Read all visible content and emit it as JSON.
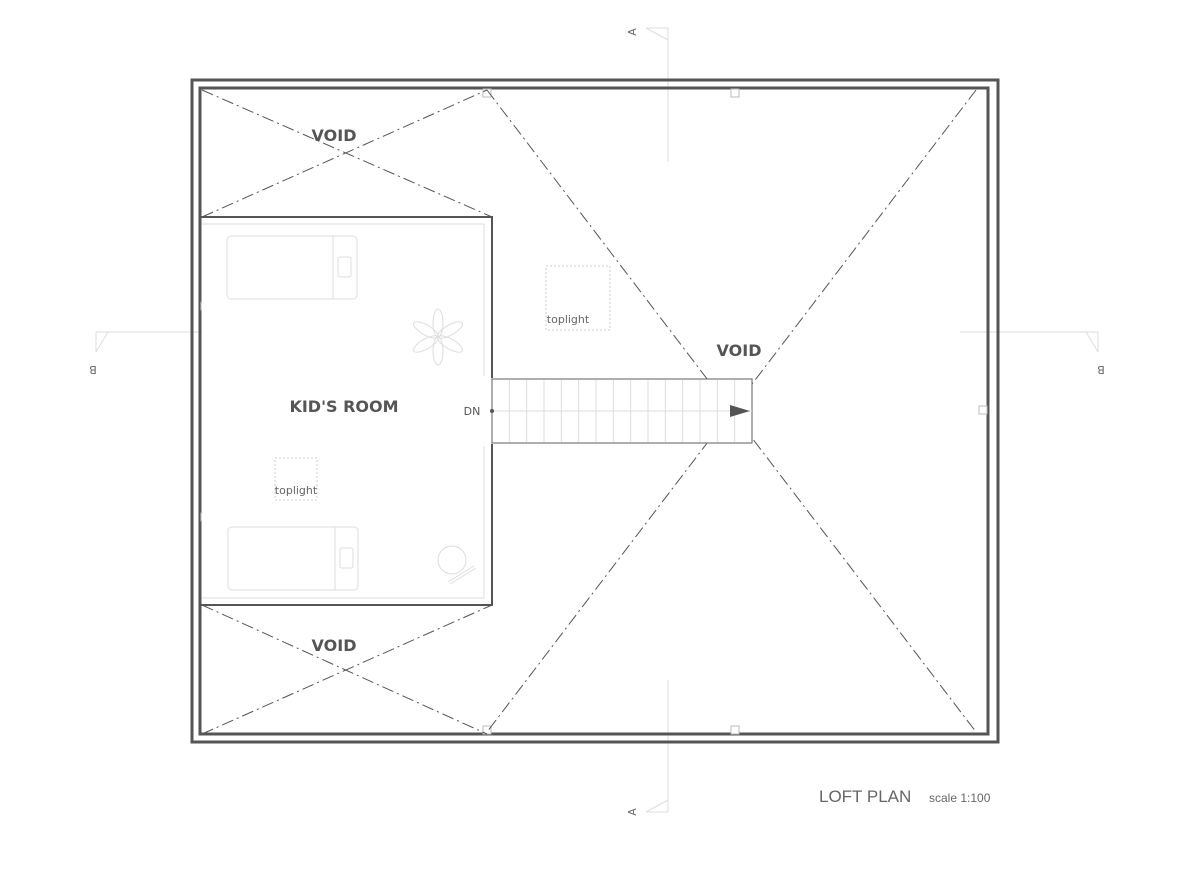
{
  "drawing": {
    "title": "LOFT PLAN",
    "scale": "scale 1:100"
  },
  "rooms": {
    "kids_room": "KID'S ROOM",
    "void_top": "VOID",
    "void_bottom": "VOID",
    "void_main": "VOID"
  },
  "labels": {
    "toplight_main": "toplight",
    "toplight_kids": "toplight",
    "stair_down": "DN"
  },
  "section_marks": {
    "a_top": "A",
    "a_bottom": "A",
    "b_left": "B",
    "b_right": "B"
  },
  "stair": {
    "treads": 15
  }
}
